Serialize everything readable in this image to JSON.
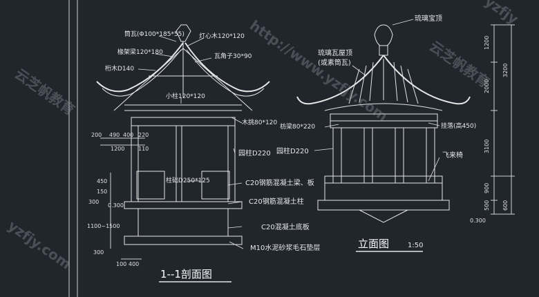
{
  "section_view": {
    "title": "1--1剖面图",
    "labels": {
      "top_tile": "筒瓦(Φ100*185*55)",
      "lamp_post": "灯心木120*120",
      "rafter": "椽架梁120*180",
      "purlin": "桁木D140",
      "angle_rafter": "瓦角子30*90",
      "small_post": "小柱120*120",
      "beam": "木挑80*120",
      "column": "园柱D220",
      "base": "柱础D250*125",
      "c20_beam": "C20钢筋混凝土梁、板",
      "c20_column": "C20钢筋混凝土柱",
      "c20_slab": "C20混凝土底板",
      "m10_layer": "M10水泥砂浆毛石垫层"
    },
    "dims": {
      "d200": "200",
      "d490": "490",
      "d400": "400",
      "d220": "220",
      "d1200": "1200",
      "d110": "110",
      "d450": "450",
      "d150": "150",
      "d300": "300",
      "elev": "0.300",
      "d1100_1500": "1100~1500",
      "d300b": "300",
      "d100": "100",
      "d400b": "400"
    }
  },
  "elevation_view": {
    "title": "立面图",
    "scale": "1:50",
    "labels": {
      "top_finial": "琉璃宝顶",
      "roof": "琉璃瓦屋顶",
      "roof_alt": "(或素筒瓦)",
      "lattice_beam": "枋梁80*220",
      "hanging_fascia": "挂落(高450)",
      "column": "园柱D220",
      "bench": "飞来椅"
    },
    "dims": {
      "h1200": "1200",
      "h3200": "3200",
      "h2000": "2000",
      "h3100": "3100",
      "h900": "900",
      "h500": "500",
      "h600": "600",
      "elev": "0.300"
    }
  },
  "watermarks": [
    "http://www.yzfjy.com",
    "云芝帆教育",
    "云芝帆教育",
    "yzfjy.com",
    "yzfjy"
  ],
  "colors": {
    "background": "#21252c",
    "line": "#e6e6e6",
    "dim_line": "#cfd2d6"
  }
}
